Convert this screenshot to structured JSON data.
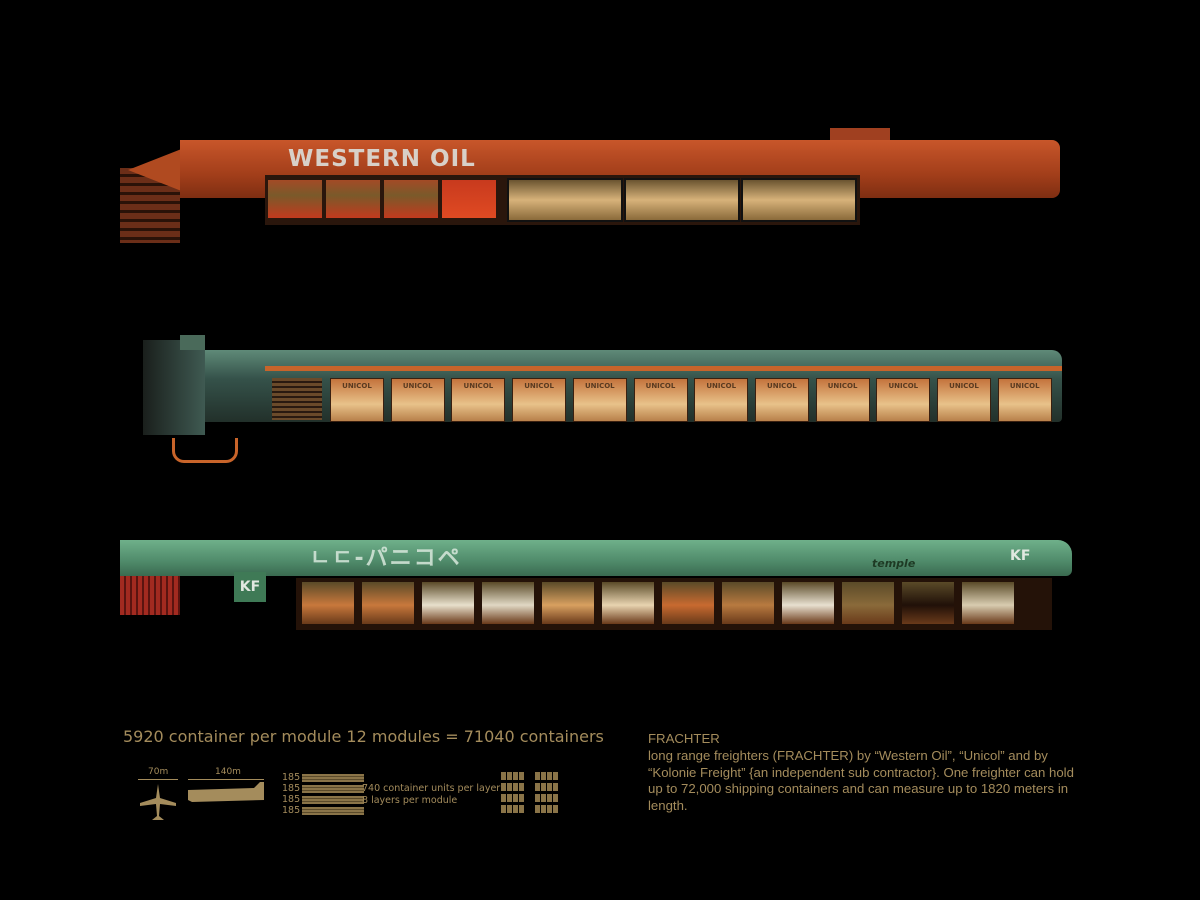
{
  "ships": [
    {
      "name": "Western Oil",
      "hull_label": "WESTERN OIL",
      "color": "#b5491f"
    },
    {
      "name": "Unicol",
      "container_label": "UNICOL",
      "container_count": 12,
      "color": "#3e5a4c"
    },
    {
      "name": "Kolonie Freight",
      "hull_label": "ㄴㄷ-パニコペ",
      "badge": "KF",
      "sponsor": "temple",
      "color": "#4f8a6a"
    }
  ],
  "summary": "5920 container per module   12 modules = 71040 containers",
  "scale": {
    "plane_length": "70m",
    "ship_length": "140m"
  },
  "layers": {
    "values": [
      "185",
      "185",
      "185",
      "185"
    ],
    "units_per_layer": "740 container units per layer",
    "layers_per_module": "8 layers per module"
  },
  "description": {
    "title": "FRACHTER",
    "body": "long range freighters (FRACHTER) by “Western Oil”, “Unicol” and by “Kolonie Freight” {an independent sub contractor}. One freighter can hold up to 72,000 shipping containers and can measure up to 1820 meters in length."
  },
  "text_color": "#a48c5c"
}
